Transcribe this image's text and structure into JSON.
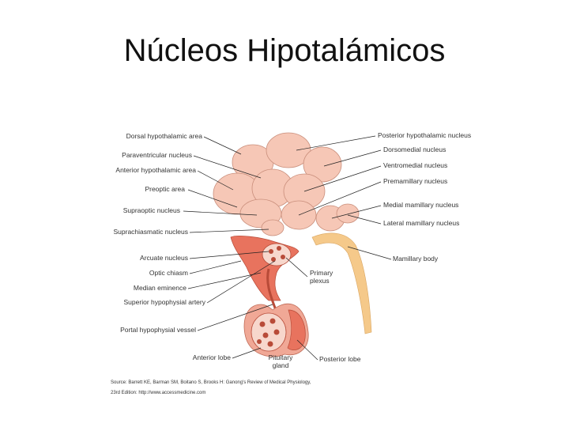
{
  "title": "Núcleos Hipotalámicos",
  "labels_left": [
    "Dorsal hypothalamic area",
    "Paraventricular nucleus",
    "Anterior hypothalamic area",
    "Preoptic area",
    "Supraoptic nucleus",
    "Suprachiasmatic nucleus",
    "Arcuate nucleus",
    "Optic chiasm",
    "Median eminence",
    "Superior hypophysial artery",
    "Portal hypophysial vessel",
    "Anterior lobe"
  ],
  "labels_right": [
    "Posterior hypothalamic nucleus",
    "Dorsomedial nucleus",
    "Ventromedial nucleus",
    "Premamillary nucleus",
    "Medial mamillary nucleus",
    "Lateral mamillary nucleus",
    "Mamillary body",
    "Primary",
    "plexus",
    "Posterior lobe",
    "Pituitary",
    "gland"
  ],
  "source_line1": "Source: Barrett KE, Barman SM, Boitano S, Brooks H: Ganong's Review of Medical Physiology,",
  "source_line2": "23rd Edition: http://www.accessmedicine.com",
  "colors": {
    "nucleus_fill": "#f6c7b6",
    "nucleus_stroke": "#c98e7b",
    "vessel_red": "#e8735e",
    "tract_yellow": "#f5c98a",
    "pituitary_pink": "#f0a896"
  }
}
